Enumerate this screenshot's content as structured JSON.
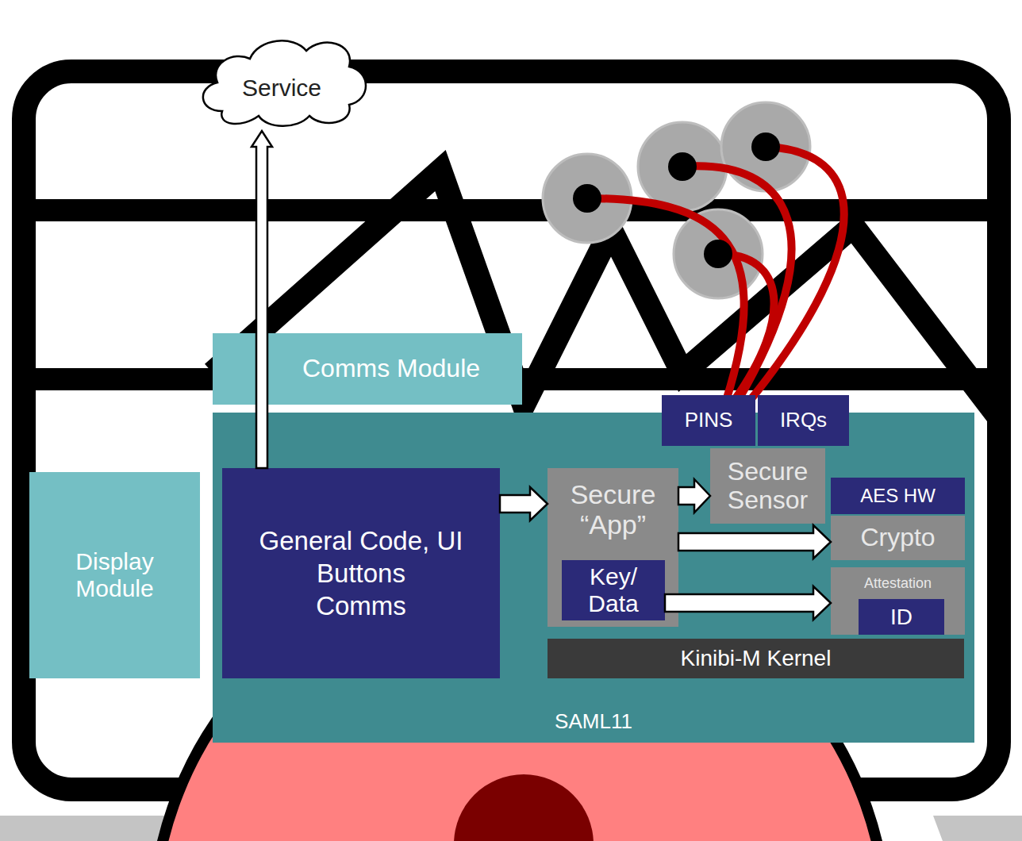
{
  "diagram": {
    "nodes": [
      {
        "text": [
          "Service"
        ]
      },
      {
        "text": [
          "Comms Module"
        ]
      },
      {
        "text": [
          "SAML11"
        ]
      },
      {
        "text": [
          "PINS"
        ],
        "in": 2
      },
      {
        "text": [
          "IRQs"
        ],
        "in": 2
      },
      {
        "text": [
          "General Code, UI",
          "Buttons",
          "Comms"
        ],
        "in": 2
      },
      {
        "text": [
          "Secure “App”"
        ],
        "in": 2
      },
      {
        "text": [
          "Key/ Data"
        ],
        "in": 6
      },
      {
        "text": [
          "Secure Sensor"
        ],
        "in": 2
      },
      {
        "text": [
          "AES HW"
        ],
        "in": 2
      },
      {
        "text": [
          "Crypto"
        ],
        "in": 2
      },
      {
        "text": [
          "Attestation"
        ],
        "in": 2
      },
      {
        "text": [
          "ID"
        ],
        "in": 11
      },
      {
        "text": [
          "Kinibi-M Kernel"
        ],
        "in": 2
      },
      {
        "text": [
          "Display Module"
        ]
      }
    ],
    "edges": [
      {
        "from": 5,
        "to": 0,
        "arrow": "to"
      },
      {
        "from": 5,
        "to": 6,
        "arrow": "to"
      },
      {
        "from": 6,
        "to": 8,
        "arrow": "to"
      },
      {
        "from": 6,
        "to": 10,
        "arrow": "to"
      },
      {
        "from": 7,
        "to": 11,
        "arrow": "to"
      }
    ]
  }
}
